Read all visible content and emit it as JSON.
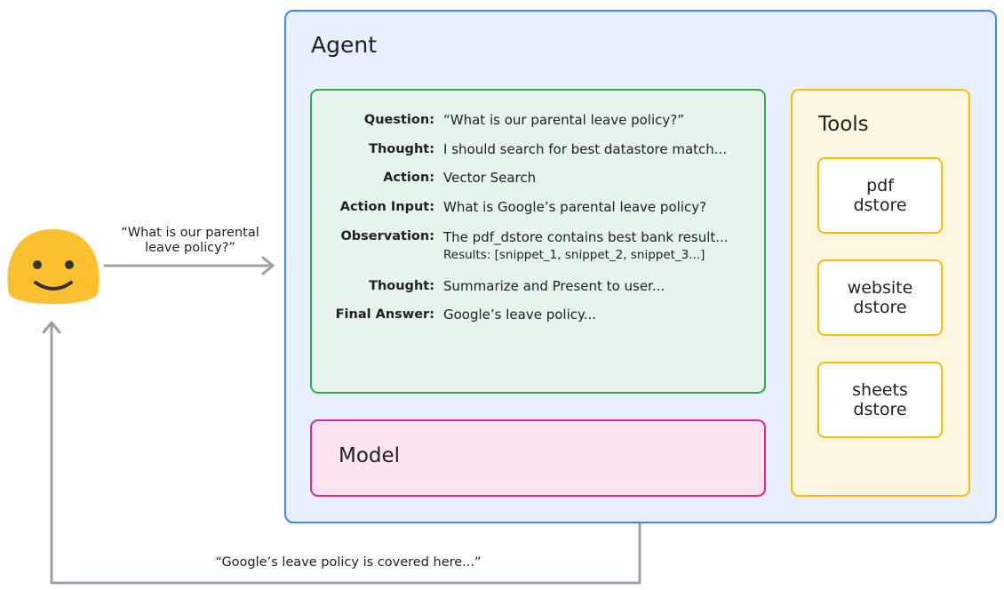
{
  "agent": {
    "title": "Agent"
  },
  "trace": [
    {
      "label": "Question:",
      "value": "“What is our parental leave policy?”"
    },
    {
      "label": "Thought:",
      "value": "I should search for best datastore match..."
    },
    {
      "label": "Action:",
      "value": "Vector Search"
    },
    {
      "label": "Action Input:",
      "value": "What is Google’s parental leave policy?"
    },
    {
      "label": "Observation:",
      "value": "The pdf_dstore contains best bank result...",
      "sub": "Results: [snippet_1, snippet_2, snippet_3...]"
    },
    {
      "label": "Thought:",
      "value": "Summarize and Present to user..."
    },
    {
      "label": "Final Answer:",
      "value": "Google’s leave policy..."
    }
  ],
  "model": {
    "label": "Model"
  },
  "tools": {
    "title": "Tools",
    "items": [
      "pdf\ndstore",
      "website\ndstore",
      "sheets\ndstore"
    ]
  },
  "user": {
    "icon": "smiley-face-icon"
  },
  "query_caption": "“What is our parental\nleave policy?”",
  "response_caption": "“Google’s leave policy is covered here...”",
  "colors": {
    "agent": "#4285f4",
    "reasoning": "#34a853",
    "model": "#e52592",
    "tools": "#fbbc04",
    "user": "#fbbc04"
  }
}
